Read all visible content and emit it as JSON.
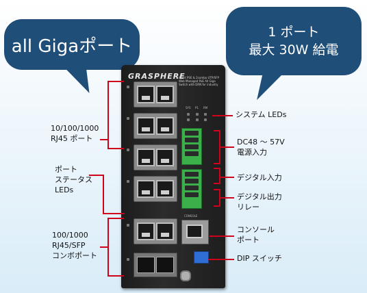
{
  "bubbles": {
    "left": "all  Gigaポート",
    "right_line1": "1 ポート",
    "right_line2": "最大 30W 給電"
  },
  "device": {
    "brand": "GRASPHERE",
    "description": "8port PSE & 2combo UTP/SFP Web Managed PoE All Giga Switch with DRN for industry",
    "led_labels": [
      "SYS",
      "P1",
      "RM"
    ],
    "console_label": "CONSOLE"
  },
  "labels_left": {
    "rj45": [
      "10/100/1000",
      "RJ45 ポート"
    ],
    "status": [
      "ポート",
      "ステータス",
      "LEDs"
    ],
    "combo": [
      "100/1000",
      "RJ45/SFP",
      "コンボポート"
    ]
  },
  "labels_right": {
    "system_leds": "システム LEDs",
    "power": [
      "DC48 ～ 57V",
      "電源入力"
    ],
    "digital_in": "デジタル入力",
    "digital_out": [
      "デジタル出力",
      "リレー"
    ],
    "console": [
      "コンソール",
      "ポート"
    ],
    "dip": "DIP スイッチ"
  },
  "colors": {
    "bubble": "#1f4e79",
    "leader": "#d0021b",
    "terminal": "#3bb04a"
  }
}
